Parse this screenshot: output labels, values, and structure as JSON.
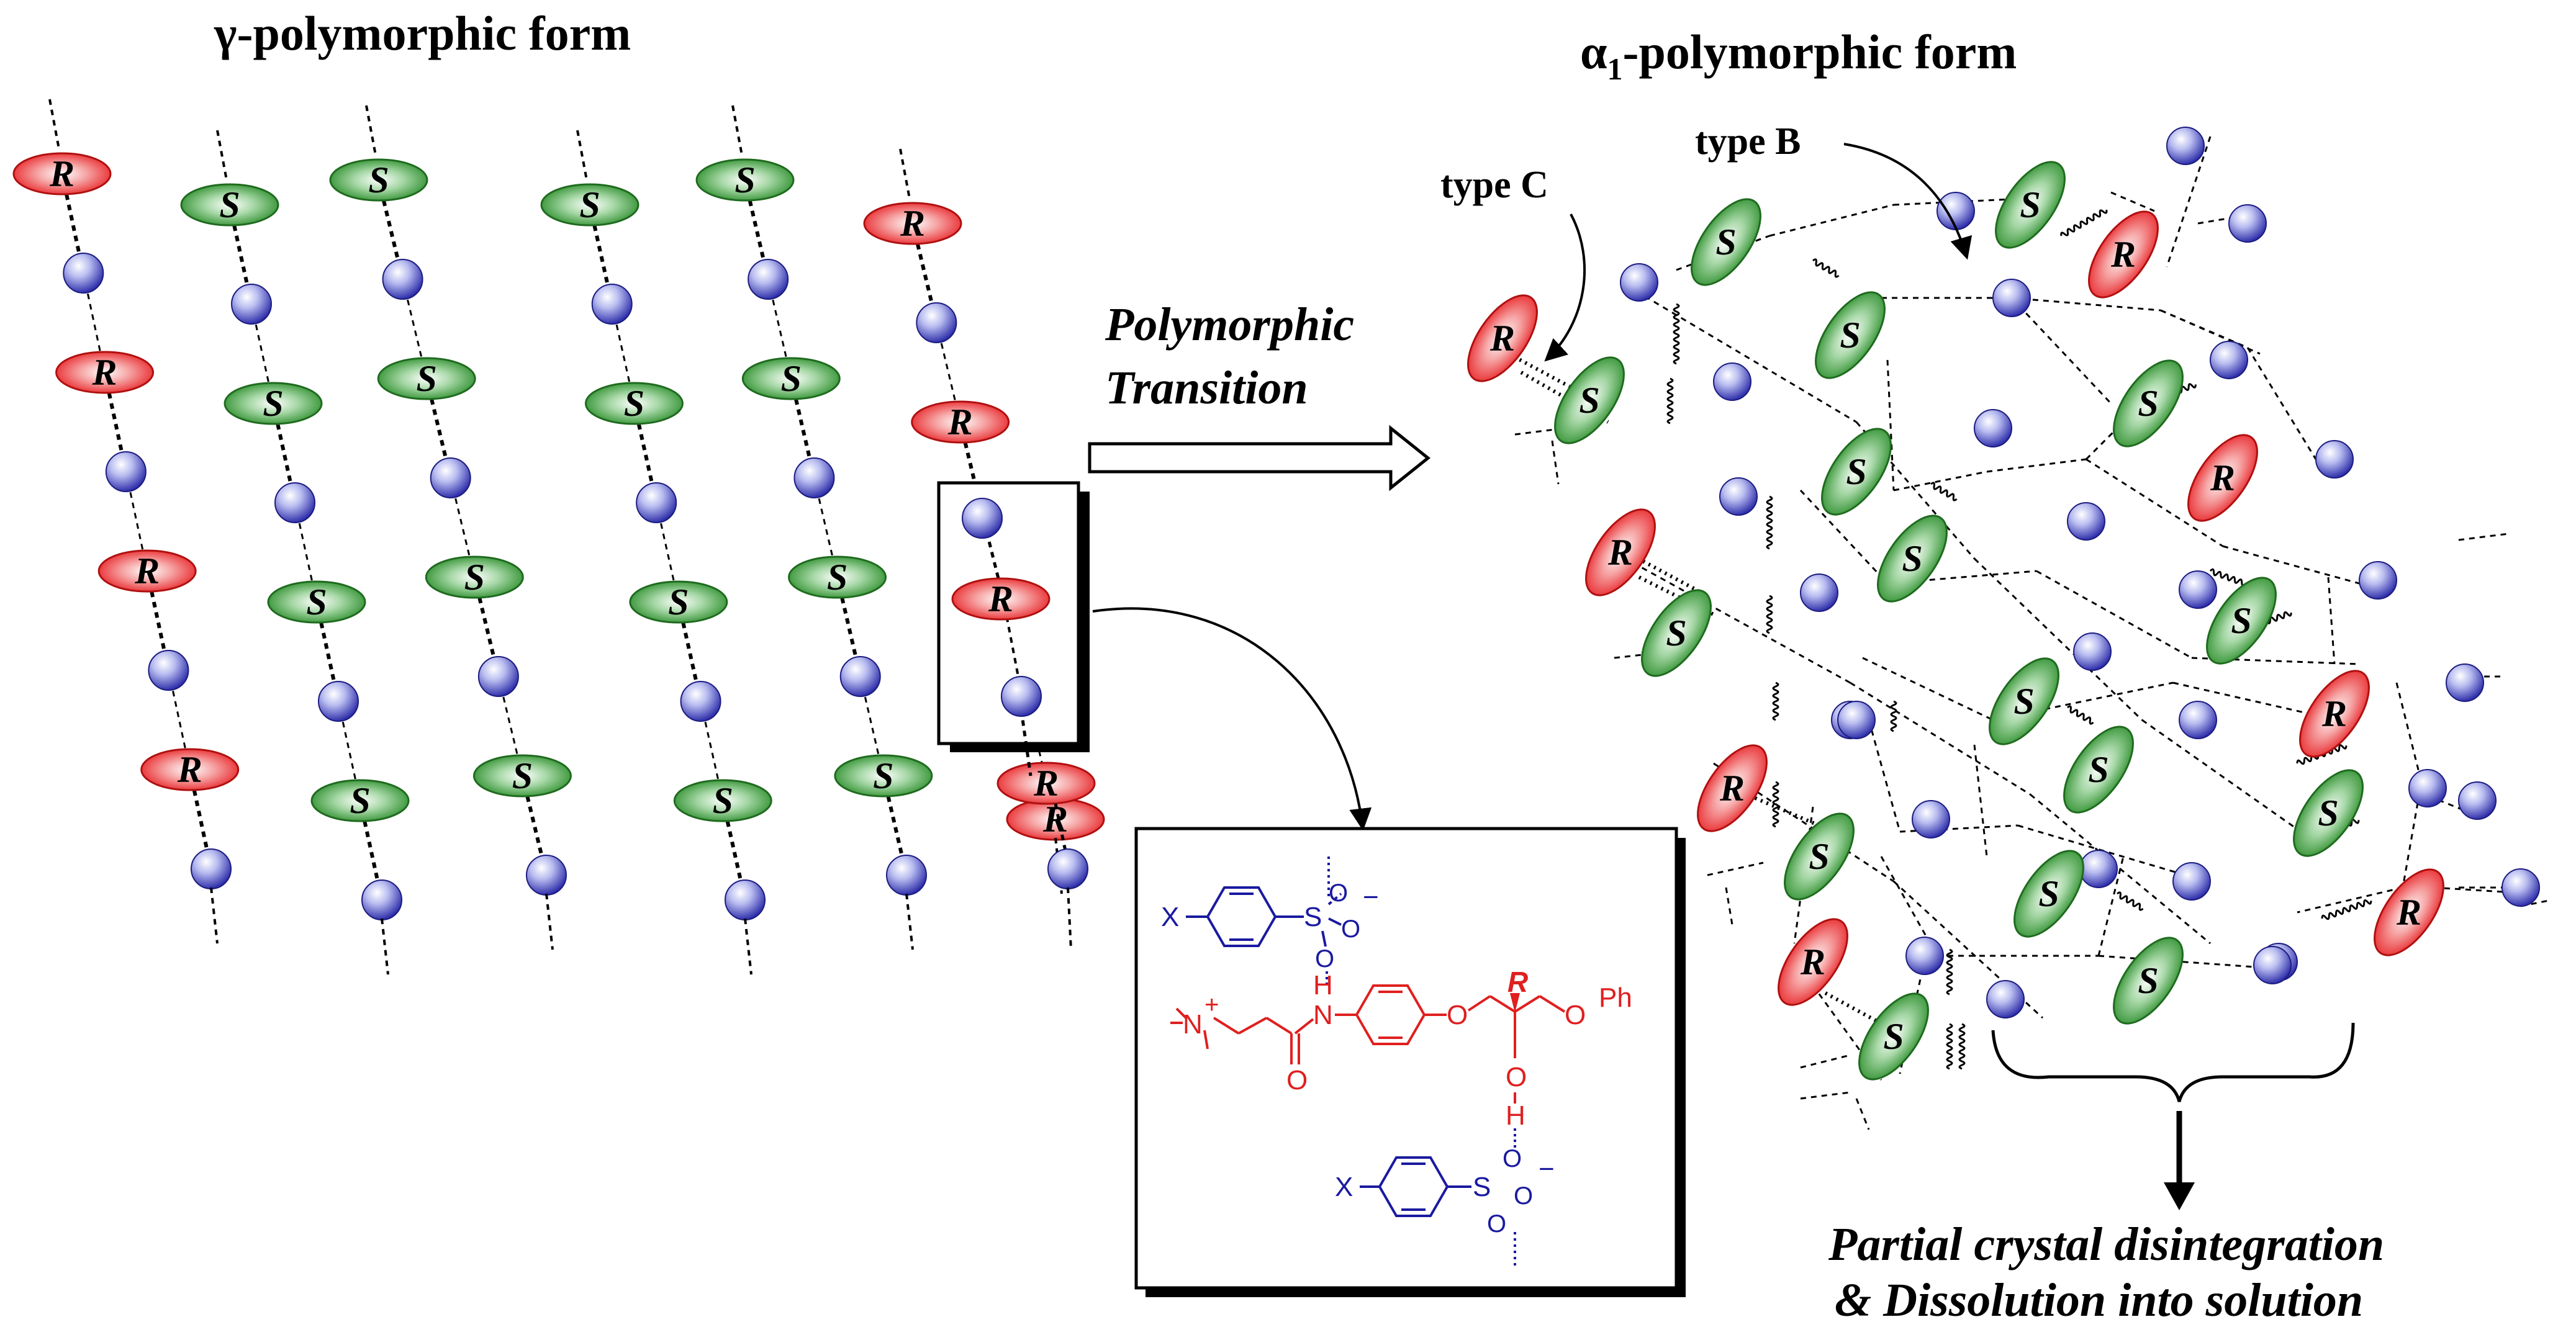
{
  "titles": {
    "gamma_prefix": "γ",
    "gamma_rest": "-polymorphic form",
    "alpha_prefix": "α",
    "alpha_sub": "1",
    "alpha_rest": "-polymorphic form"
  },
  "transition": {
    "line1": "Polymorphic",
    "line2": "Transition"
  },
  "annotations": {
    "type_c": "type C",
    "type_b": "type B"
  },
  "result": {
    "line1": "Partial crystal disintegration",
    "line2": "& Dissolution into solution"
  },
  "enantiomers": {
    "r": "R",
    "s": "S"
  },
  "molecule": {
    "x_top": "X",
    "s_top": "S",
    "o_top_1": "O",
    "o_top_2": "O",
    "o_top_3": "O",
    "minus_top": "−",
    "h_nh": "H",
    "n_amide": "N",
    "n_plus": "N",
    "plus": "+",
    "o_amide": "O",
    "o_ether1": "O",
    "r_center": "R",
    "o_ether2": "O",
    "ph": "Ph",
    "o_hydroxyl": "O",
    "h_hydroxyl": "H",
    "x_bot": "X",
    "s_bot": "S",
    "o_bot_1": "O",
    "o_bot_2": "O",
    "o_bot_3": "O",
    "minus_bot": "−"
  },
  "colors": {
    "r_fill": "#e8262a",
    "s_fill": "#2e8f2e",
    "sphere": "#2a2aa8",
    "chem_blue": "#1a1aa0",
    "chem_red": "#e01f1f"
  }
}
